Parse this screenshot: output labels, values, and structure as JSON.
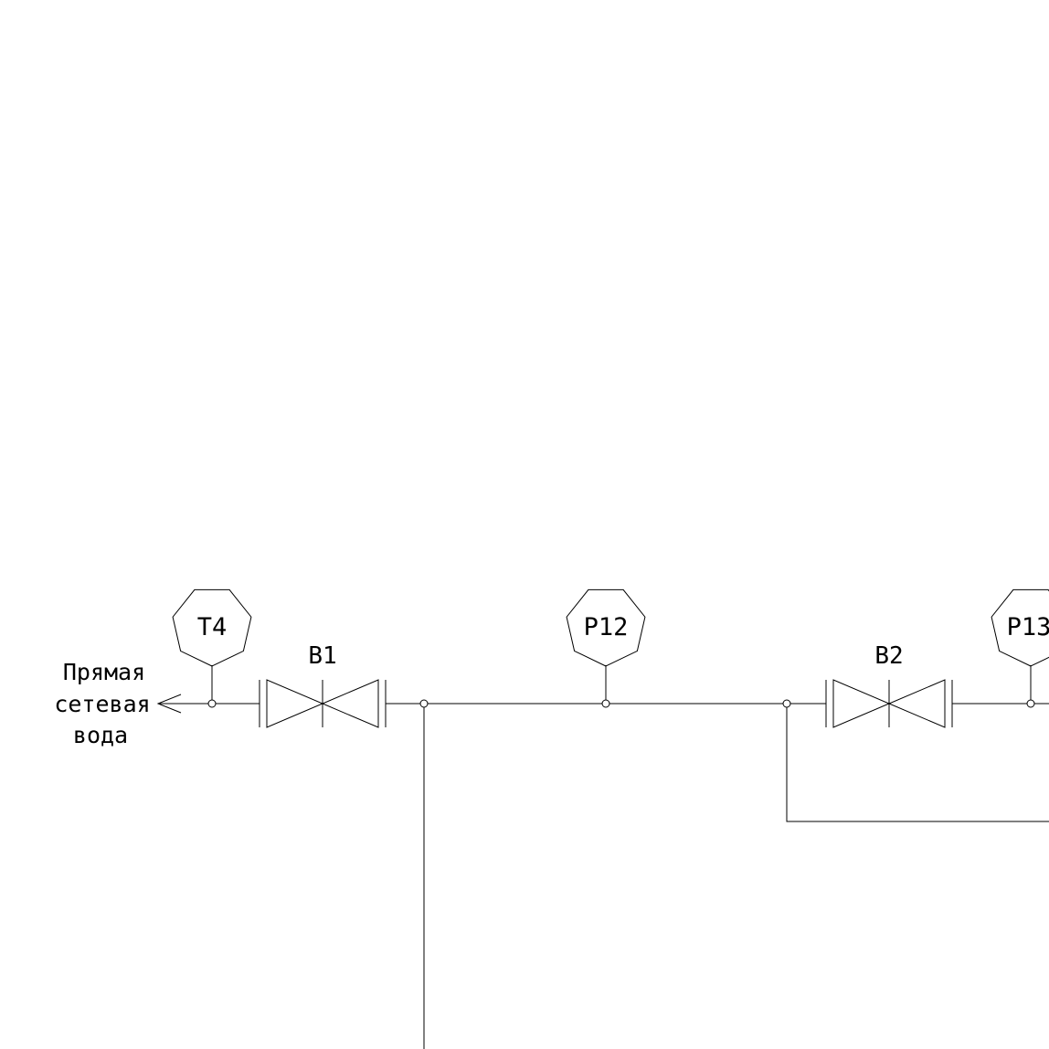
{
  "colors": {
    "line": "#000000",
    "background": "#ffffff"
  },
  "flow_label": {
    "lines": [
      "Прямая",
      "сетевая",
      "вода"
    ]
  },
  "instruments": [
    {
      "id": "t4",
      "tag": "T4",
      "shape": "heptagon"
    },
    {
      "id": "p12",
      "tag": "P12",
      "shape": "heptagon"
    },
    {
      "id": "p13",
      "tag": "P13",
      "shape": "heptagon"
    }
  ],
  "valves": [
    {
      "id": "b1",
      "tag": "B1"
    },
    {
      "id": "b2",
      "tag": "B2"
    }
  ]
}
